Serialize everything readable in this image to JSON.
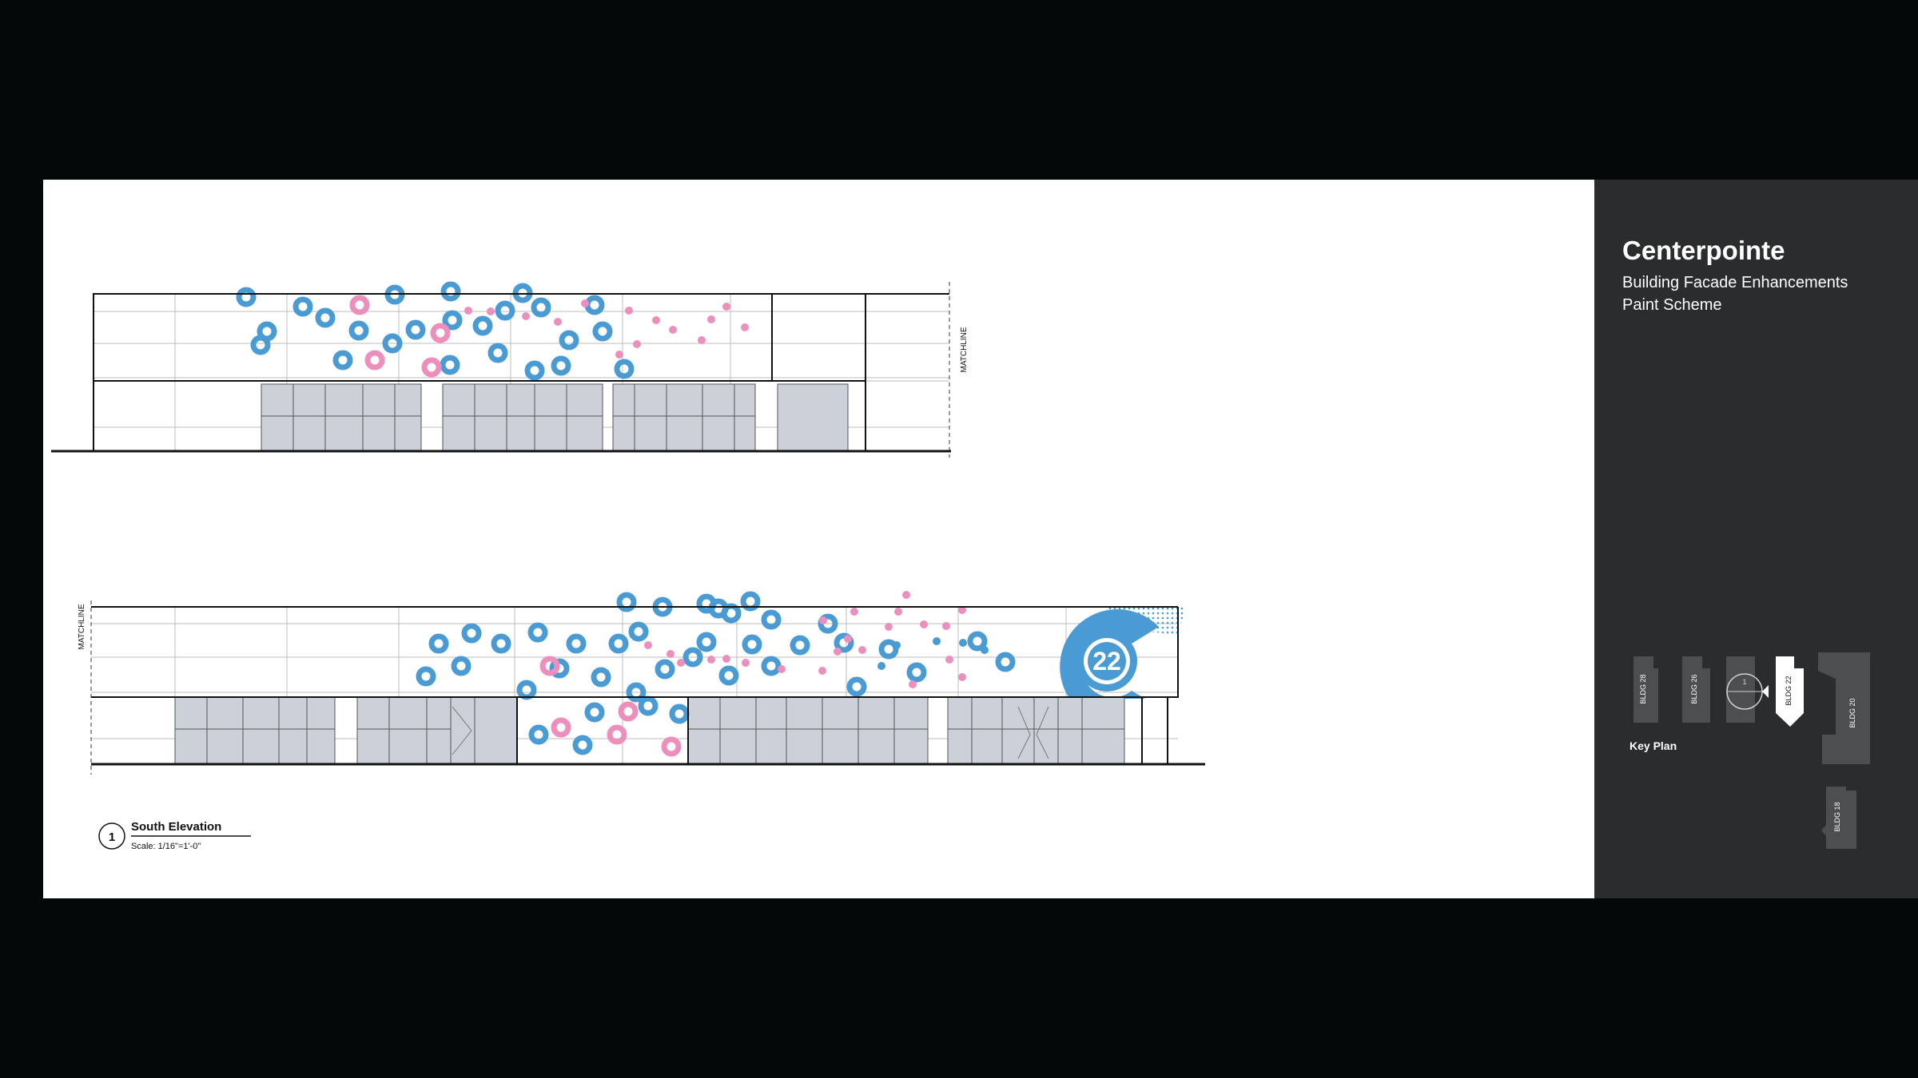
{
  "project": {
    "title": "Centerpointe",
    "subtitle_line1": "Building Facade Enhancements",
    "subtitle_line2": "Paint Scheme"
  },
  "drawing": {
    "matchline_label": "MATCHLINE",
    "callout_number": "1",
    "view_title": "South Elevation",
    "scale": "Scale: 1/16\"=1'-0\"",
    "building_number": "22"
  },
  "key_plan": {
    "label": "Key Plan",
    "buildings": [
      "BLDG 28",
      "BLDG 26",
      "BLDG 22",
      "BLDG 20",
      "BLDG 18"
    ],
    "highlighted": "BLDG 22",
    "north_arrow_text": "1"
  },
  "colors": {
    "background": "#050808",
    "panel": "#2b2c2d",
    "accent_blue": "#4a9bd4",
    "accent_pink": "#ec8fbd",
    "glazing": "#ccd0d9",
    "key_building": "#4d4e50",
    "key_highlight": "#ffffff"
  }
}
